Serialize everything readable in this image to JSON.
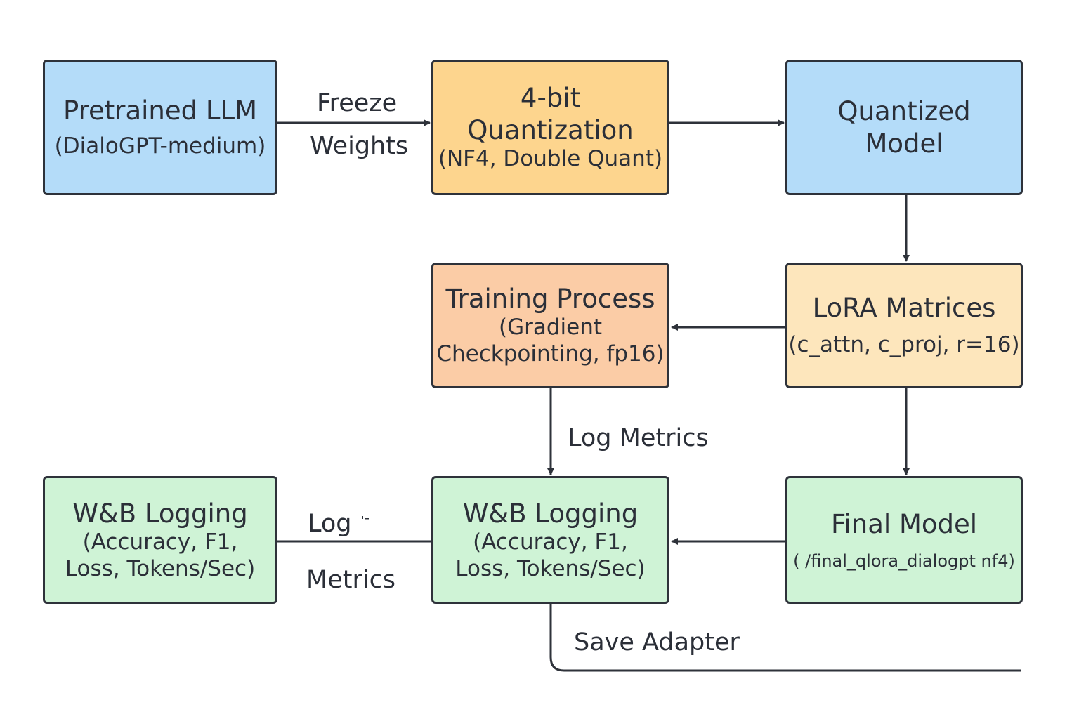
{
  "colors": {
    "blue": "#b4dcf9",
    "orange": "#fdd58e",
    "salmon": "#fbcca6",
    "cream": "#fde6bc",
    "green": "#cff3d6",
    "border": "#2e323a"
  },
  "nodes": {
    "pretrained": {
      "title": "Pretrained LLM",
      "sub": "(DialoGPT-medium)"
    },
    "quantization": {
      "line1": "4-bit",
      "line2": "Quantization",
      "sub": "(NF4, Double Quant)"
    },
    "quantized": {
      "line1": "Quantized",
      "line2": "Model"
    },
    "lora": {
      "title": "LoRA Matrices",
      "sub": "(c_attn, c_proj, r=16)"
    },
    "training": {
      "title": "Training Process",
      "sub1": "(Gradient",
      "sub2": "Checkpointing, fp16)"
    },
    "final": {
      "title": "Final Model",
      "sub": "( /final_qlora_dialogpt nf4)"
    },
    "wandb_center": {
      "title": "W&B Logging",
      "sub1": "(Accuracy, F1,",
      "sub2": "Loss, Tokens/Sec)"
    },
    "wandb_left": {
      "title": "W&B Logging",
      "sub1": "(Accuracy, F1,",
      "sub2": "Loss, Tokens/Sec)"
    }
  },
  "edge_labels": {
    "freeze": "Freeze",
    "weights": "Weights",
    "log_metrics": "Log Metrics",
    "log": "Log",
    "metrics": "Metrics",
    "save_adapter": "Save Adapter"
  }
}
